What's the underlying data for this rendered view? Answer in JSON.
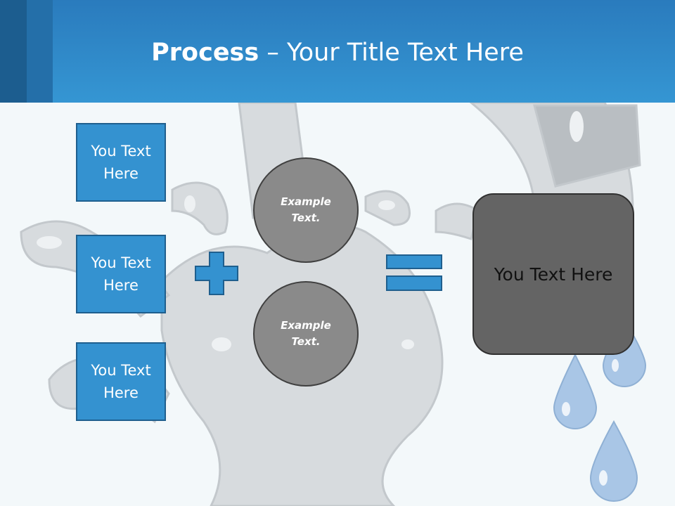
{
  "slide": {
    "title_bold": "Process",
    "title_rest": " – Your Title Text Here"
  },
  "inputs": [
    {
      "label": "You Text Here"
    },
    {
      "label": "You Text Here"
    },
    {
      "label": "You Text Here"
    }
  ],
  "circles": [
    {
      "label": "Example Text."
    },
    {
      "label": "Example Text."
    }
  ],
  "result": {
    "label": "You Text Here"
  },
  "colors": {
    "header": "#3596d3",
    "box_fill": "#3492d0",
    "circle_fill": "#8a8a8a",
    "result_fill": "#646464",
    "background": "#f3f8fa"
  },
  "icons": [
    "plus-icon",
    "equals-icon",
    "faucet-illustration",
    "water-drop-icon"
  ]
}
